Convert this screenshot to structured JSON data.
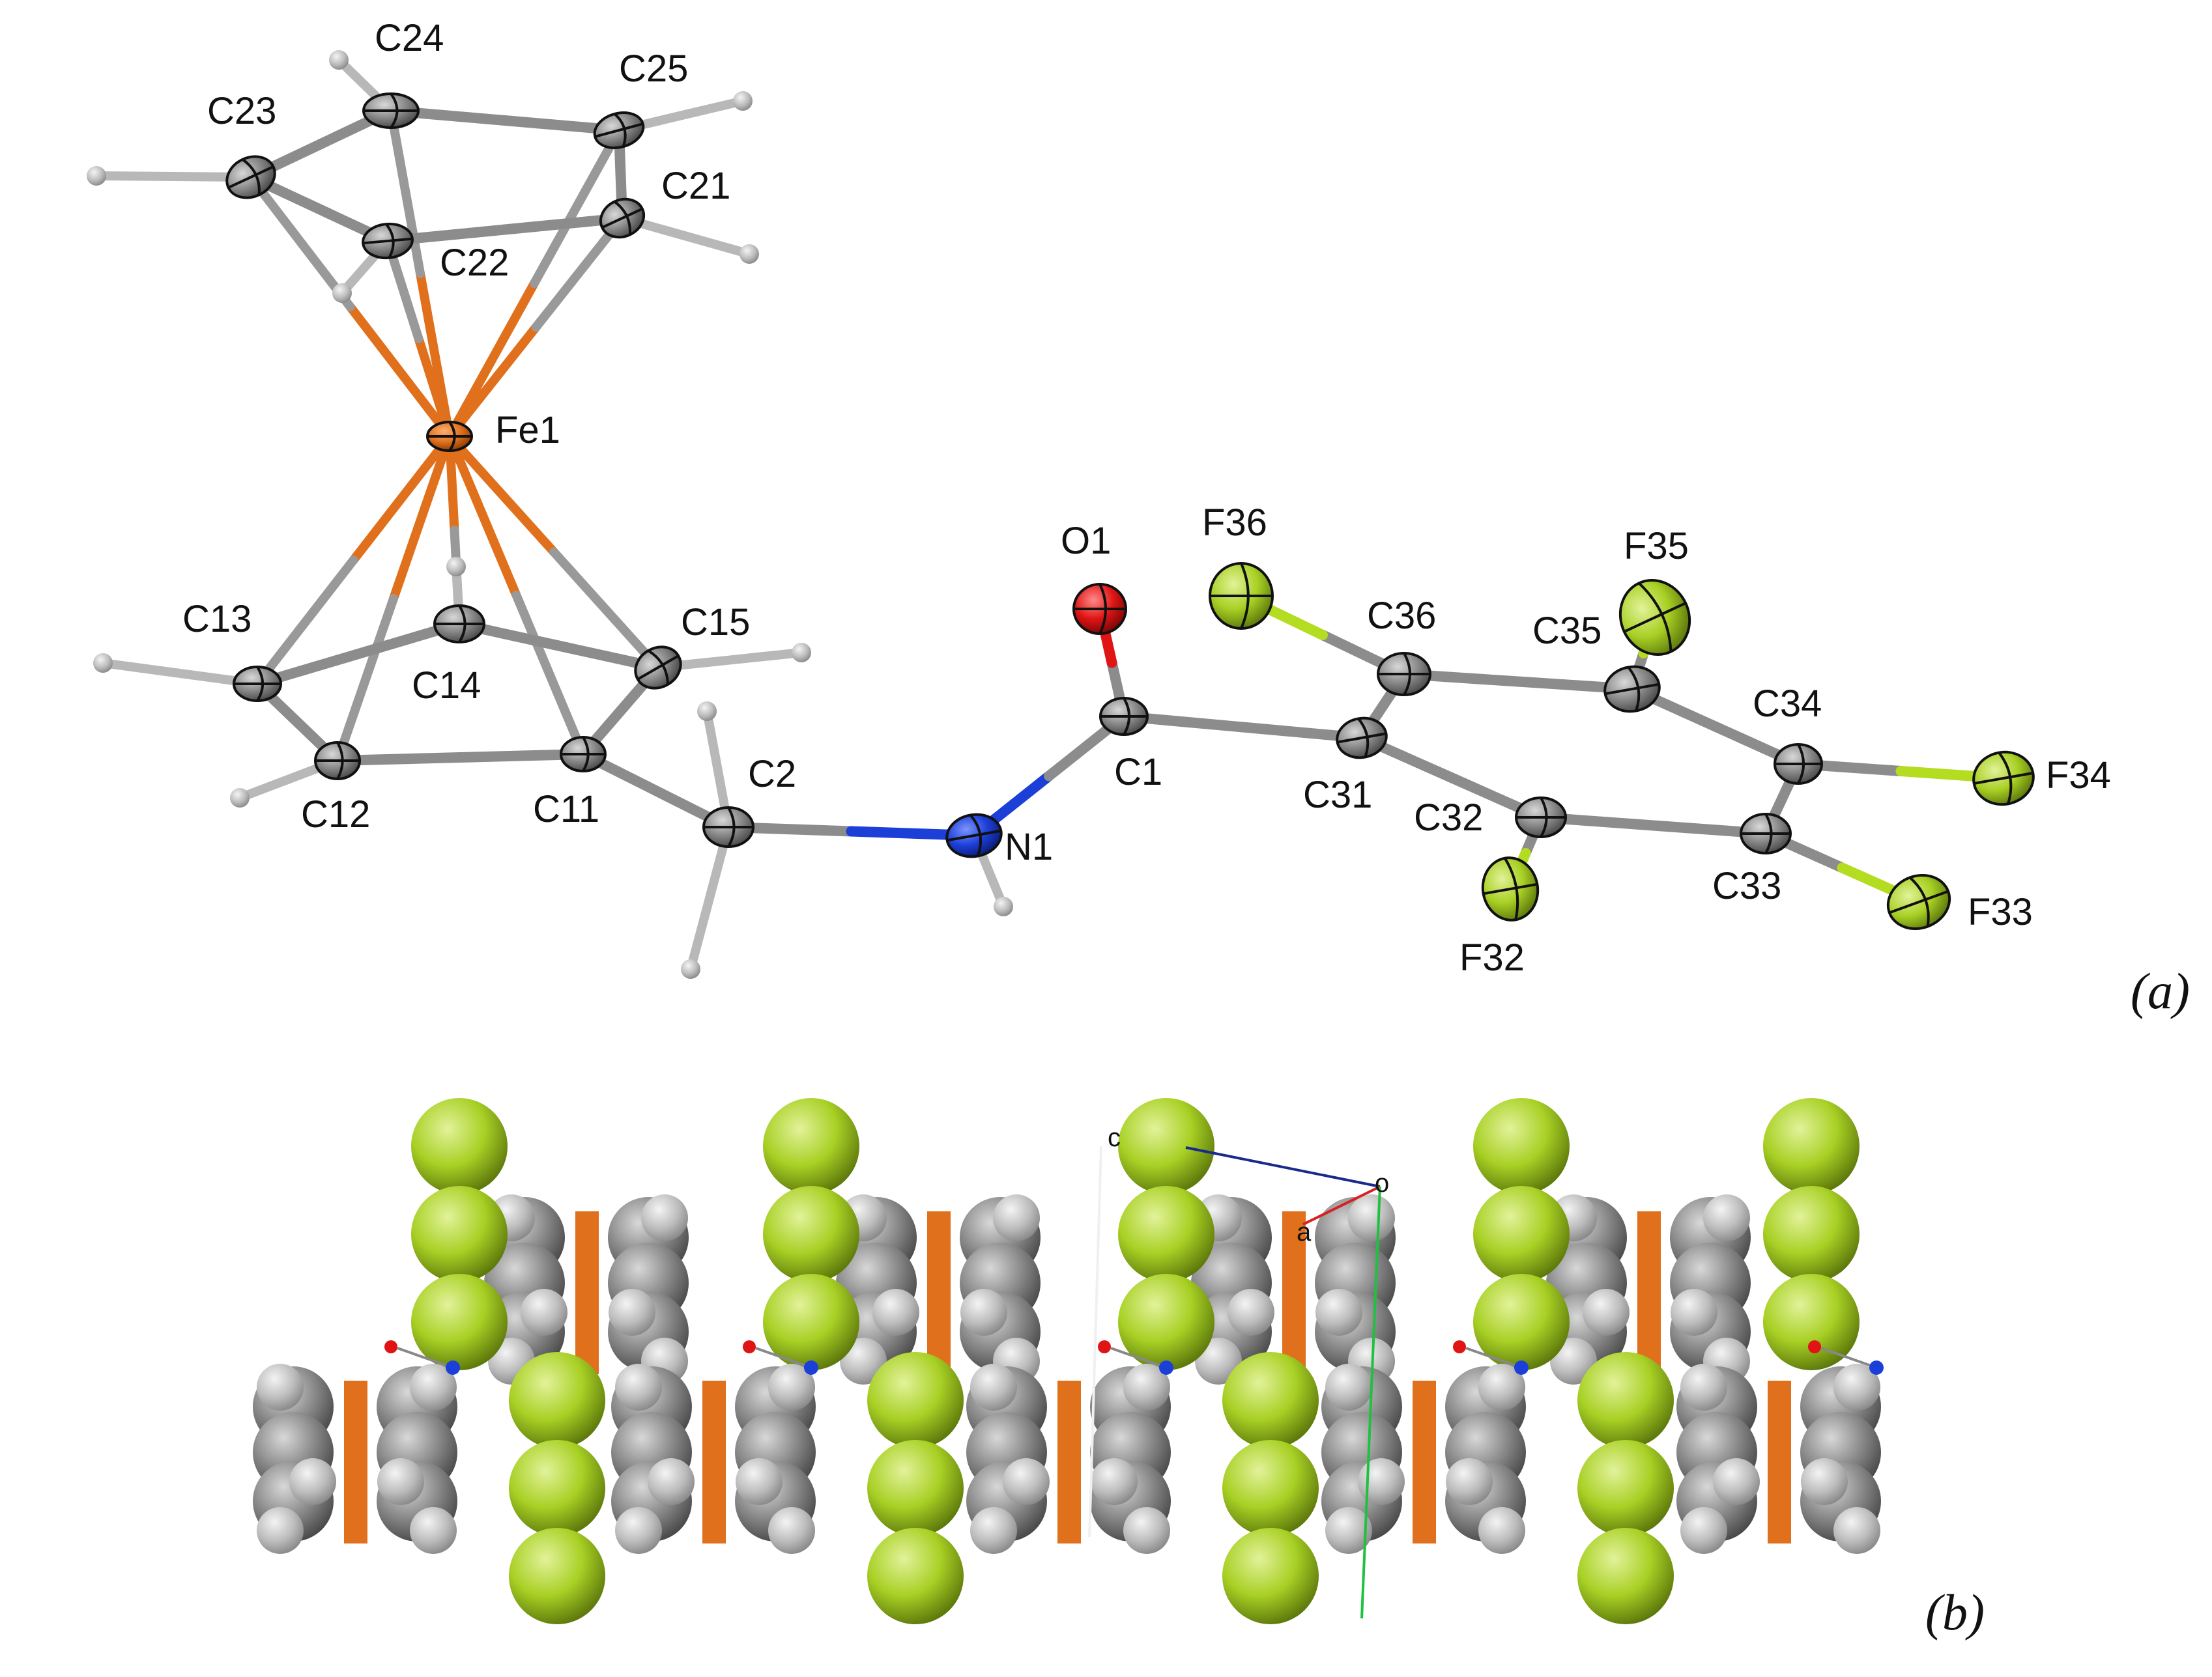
{
  "colors": {
    "carbon": "#8a8a8a",
    "hydrogen": "#c8c8c8",
    "iron": "#e0701c",
    "nitrogen": "#1c3fd8",
    "oxygen": "#e01414",
    "fluorine": "#a8d024",
    "bond": "#8c8c8c"
  },
  "panel_a": {
    "label": "(a)",
    "atoms": [
      {
        "id": "Fe1",
        "element": "Fe",
        "label": "Fe1"
      },
      {
        "id": "C21",
        "element": "C",
        "label": "C21"
      },
      {
        "id": "C22",
        "element": "C",
        "label": "C22"
      },
      {
        "id": "C23",
        "element": "C",
        "label": "C23"
      },
      {
        "id": "C24",
        "element": "C",
        "label": "C24"
      },
      {
        "id": "C25",
        "element": "C",
        "label": "C25"
      },
      {
        "id": "C11",
        "element": "C",
        "label": "C11"
      },
      {
        "id": "C12",
        "element": "C",
        "label": "C12"
      },
      {
        "id": "C13",
        "element": "C",
        "label": "C13"
      },
      {
        "id": "C14",
        "element": "C",
        "label": "C14"
      },
      {
        "id": "C15",
        "element": "C",
        "label": "C15"
      },
      {
        "id": "C2",
        "element": "C",
        "label": "C2"
      },
      {
        "id": "N1",
        "element": "N",
        "label": "N1"
      },
      {
        "id": "C1",
        "element": "C",
        "label": "C1"
      },
      {
        "id": "O1",
        "element": "O",
        "label": "O1"
      },
      {
        "id": "C31",
        "element": "C",
        "label": "C31"
      },
      {
        "id": "C32",
        "element": "C",
        "label": "C32"
      },
      {
        "id": "C33",
        "element": "C",
        "label": "C33"
      },
      {
        "id": "C34",
        "element": "C",
        "label": "C34"
      },
      {
        "id": "C35",
        "element": "C",
        "label": "C35"
      },
      {
        "id": "C36",
        "element": "C",
        "label": "C36"
      },
      {
        "id": "F32",
        "element": "F",
        "label": "F32"
      },
      {
        "id": "F33",
        "element": "F",
        "label": "F33"
      },
      {
        "id": "F34",
        "element": "F",
        "label": "F34"
      },
      {
        "id": "F35",
        "element": "F",
        "label": "F35"
      },
      {
        "id": "F36",
        "element": "F",
        "label": "F36"
      }
    ],
    "bonds": [
      [
        "C21",
        "C22"
      ],
      [
        "C22",
        "C23"
      ],
      [
        "C23",
        "C24"
      ],
      [
        "C24",
        "C25"
      ],
      [
        "C25",
        "C21"
      ],
      [
        "C11",
        "C12"
      ],
      [
        "C12",
        "C13"
      ],
      [
        "C13",
        "C14"
      ],
      [
        "C14",
        "C15"
      ],
      [
        "C15",
        "C11"
      ],
      [
        "C11",
        "C2"
      ],
      [
        "C2",
        "N1"
      ],
      [
        "N1",
        "C1"
      ],
      [
        "C1",
        "O1"
      ],
      [
        "C1",
        "C31"
      ],
      [
        "C31",
        "C32"
      ],
      [
        "C32",
        "C33"
      ],
      [
        "C33",
        "C34"
      ],
      [
        "C34",
        "C35"
      ],
      [
        "C35",
        "C36"
      ],
      [
        "C36",
        "C31"
      ],
      [
        "C32",
        "F32"
      ],
      [
        "C33",
        "F33"
      ],
      [
        "C34",
        "F34"
      ],
      [
        "C35",
        "F35"
      ],
      [
        "C36",
        "F36"
      ]
    ]
  },
  "panel_b": {
    "label": "(b)",
    "axis_labels": {
      "c": "c",
      "a": "a",
      "origin": "o"
    }
  }
}
